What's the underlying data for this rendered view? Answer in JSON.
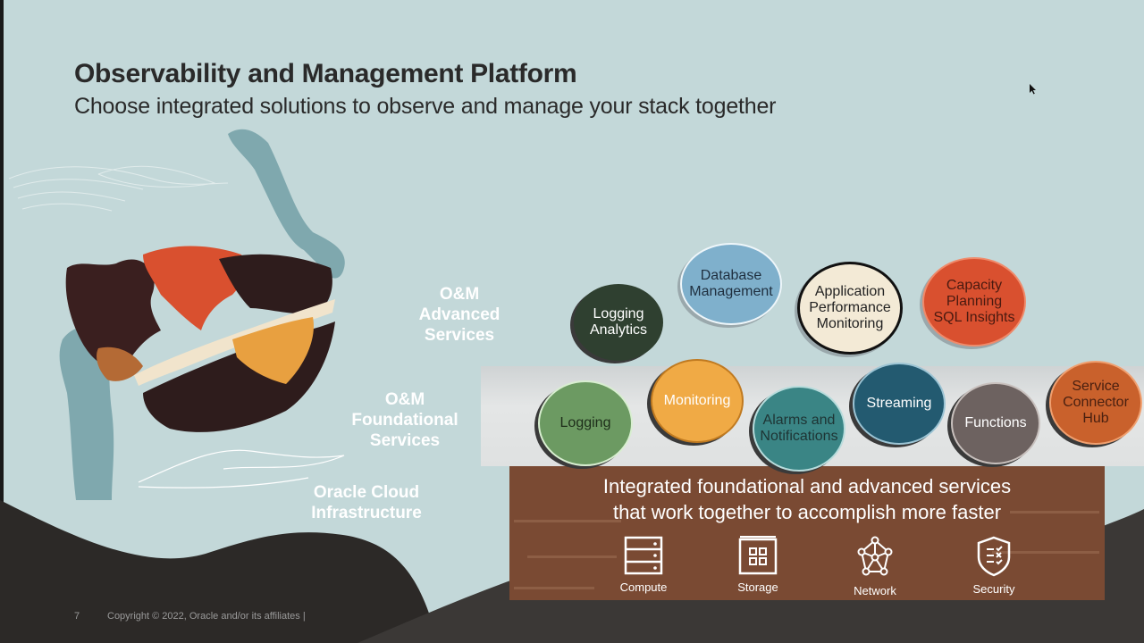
{
  "slide": {
    "title": "Observability and Management Platform",
    "subtitle": "Choose integrated solutions to observe and manage your stack together",
    "page_number": "7",
    "copyright": "Copyright © 2022, Oracle and/or its affiliates  |"
  },
  "layers": {
    "advanced": {
      "line1": "O&M",
      "line2": "Advanced",
      "line3": "Services"
    },
    "foundational": {
      "line1": "O&M",
      "line2": "Foundational",
      "line3": "Services"
    },
    "infrastructure": {
      "line1": "Oracle Cloud",
      "line2": "Infrastructure"
    }
  },
  "advanced_services": [
    {
      "line1": "Logging",
      "line2": "Analytics",
      "line3": "",
      "color": "#2f4030",
      "text_color": "#ffffff"
    },
    {
      "line1": "Database",
      "line2": "Management",
      "line3": "",
      "color": "#7fb0cc",
      "text_color": "#1f2f3f"
    },
    {
      "line1": "Application",
      "line2": "Performance",
      "line3": "Monitoring",
      "color": "#f3ead6",
      "text_color": "#222222"
    },
    {
      "line1": "Capacity",
      "line2": "Planning",
      "line3": "SQL Insights",
      "color": "#d9502f",
      "text_color": "#4a1a10"
    }
  ],
  "foundational_services": [
    {
      "line1": "Logging",
      "line2": "",
      "color": "#6c9a62",
      "text_color": "#1e2e1a"
    },
    {
      "line1": "Monitoring",
      "line2": "",
      "color": "#f0aa45",
      "text_color": "#ffffff"
    },
    {
      "line1": "Alarms and",
      "line2": "Notifications",
      "color": "#3a8585",
      "text_color": "#1e3434"
    },
    {
      "line1": "Streaming",
      "line2": "",
      "color": "#235a70",
      "text_color": "#ffffff"
    },
    {
      "line1": "Functions",
      "line2": "",
      "color": "#6d6260",
      "text_color": "#ffffff"
    },
    {
      "line1": "Service",
      "line2": "Connector",
      "line3": "Hub",
      "color": "#c9612c",
      "text_color": "#4a2010"
    }
  ],
  "infrastructure": {
    "tagline_line1": "Integrated foundational and advanced services",
    "tagline_line2": "that work together to accomplish more faster",
    "items": [
      {
        "label": "Compute",
        "icon": "server-icon"
      },
      {
        "label": "Storage",
        "icon": "storage-grid-icon"
      },
      {
        "label": "Network",
        "icon": "network-icon"
      },
      {
        "label": "Security",
        "icon": "shield-icon"
      }
    ]
  }
}
